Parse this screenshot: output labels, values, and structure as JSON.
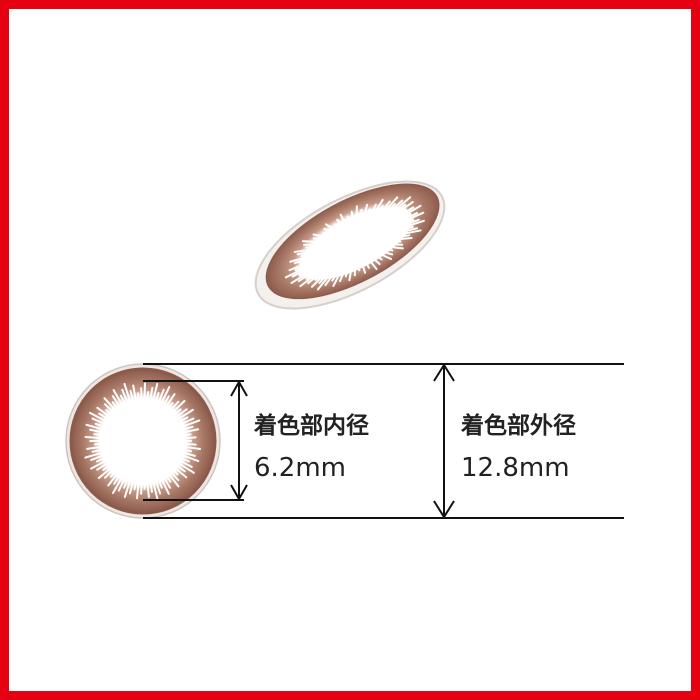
{
  "inner_diameter": {
    "label": "着色部内径",
    "value": "6.2mm"
  },
  "outer_diameter": {
    "label": "着色部外径",
    "value": "12.8mm"
  },
  "colors": {
    "border": "#e50012",
    "lens_brown": "#a67665",
    "lens_rim": "#8c5a4a",
    "dimension_line": "#111111"
  }
}
